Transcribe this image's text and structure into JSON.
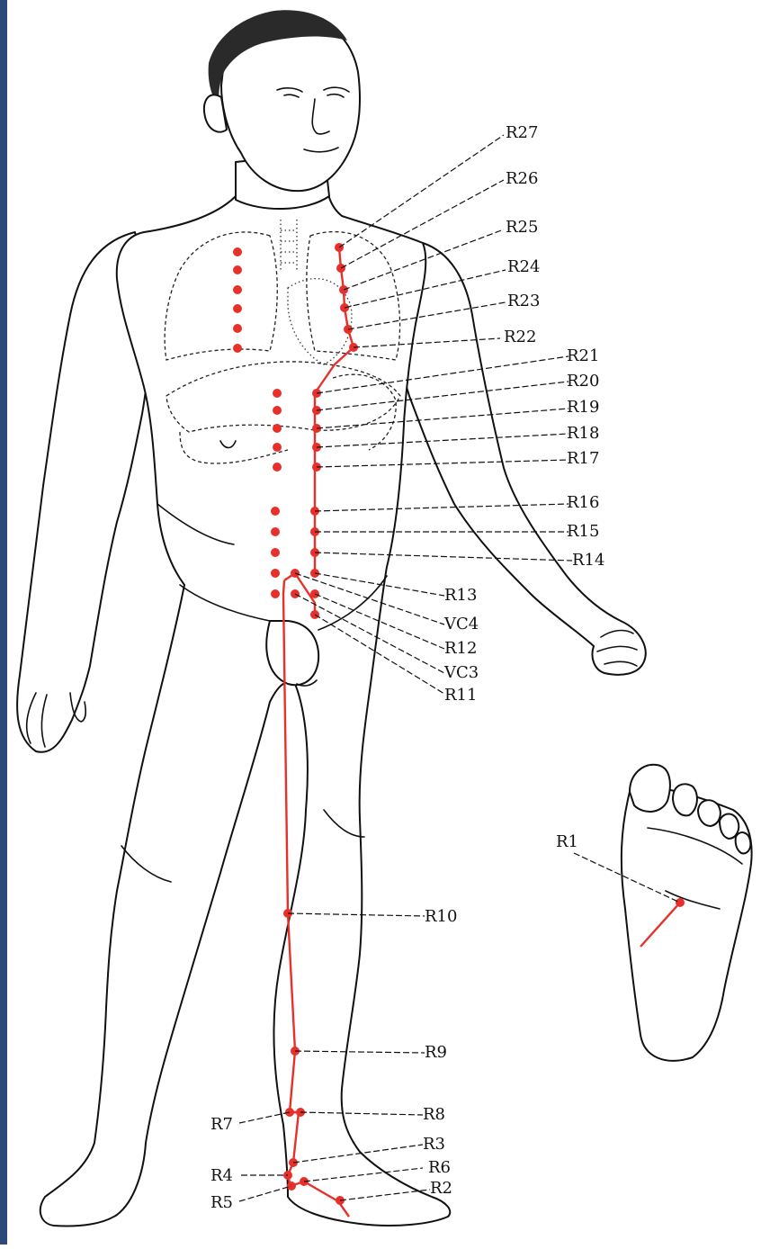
{
  "colors": {
    "meridian": "#e8302a",
    "left_edge_bar": "#2b4a7a"
  },
  "points": {
    "r1": "R1",
    "r2": "R2",
    "r3": "R3",
    "r4": "R4",
    "r5": "R5",
    "r6": "R6",
    "r7": "R7",
    "r8": "R8",
    "r9": "R9",
    "r10": "R10",
    "r11": "R11",
    "r12": "R12",
    "r13": "R13",
    "r14": "R14",
    "r15": "R15",
    "r16": "R16",
    "r17": "R17",
    "r18": "R18",
    "r19": "R19",
    "r20": "R20",
    "r21": "R21",
    "r22": "R22",
    "r23": "R23",
    "r24": "R24",
    "r25": "R25",
    "r26": "R26",
    "r27": "R27",
    "vc3": "VC3",
    "vc4": "VC4"
  }
}
